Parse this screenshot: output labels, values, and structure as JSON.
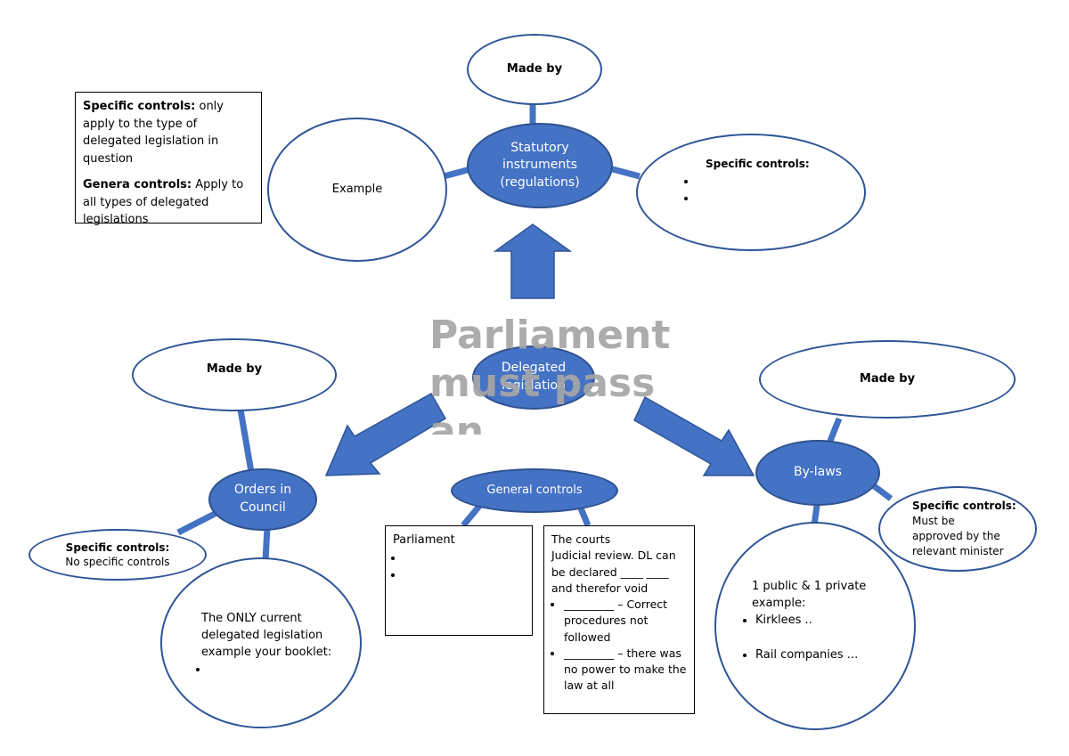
{
  "legend": {
    "specific_label": "Specific controls:",
    "specific_text": " only apply to the type of delegated legislation in question",
    "general_label": "Genera controls:",
    "general_text": " Apply to all types of delegated legislations"
  },
  "statutory": {
    "center_lines": [
      "Statutory",
      "instruments",
      "(regulations)"
    ],
    "made_by": "Made by",
    "example": "Example",
    "specific_controls_label": "Specific controls:",
    "specific_bullets": [
      "",
      ""
    ]
  },
  "center": {
    "lines": [
      "Delegated",
      "legislation"
    ]
  },
  "watermark": {
    "lines": [
      "Parliament",
      "must pass",
      "an"
    ]
  },
  "orders": {
    "center_lines": [
      "Orders in",
      "Council"
    ],
    "made_by": "Made by",
    "specific_controls_label": "Specific controls:",
    "specific_controls_text": "No specific controls",
    "example_lines": [
      "The ONLY current",
      "delegated legislation",
      "example your booklet:"
    ],
    "example_bullets": [
      ""
    ]
  },
  "general": {
    "label": "General controls",
    "parliament_title": "Parliament",
    "parliament_bullets": [
      "",
      ""
    ],
    "courts_title": "The courts",
    "courts_text": "Judicial review. DL can be declared ____ ____ and therefor void",
    "courts_bullets": [
      "_________ – Correct procedures not followed",
      "_________ – there was no power to make the law at all"
    ]
  },
  "bylaws": {
    "center_label": "By-laws",
    "made_by": "Made by",
    "specific_controls_label": "Specific controls:",
    "specific_controls_lines": [
      "Must be",
      "approved by the",
      "relevant minister"
    ],
    "example_lines": [
      "1 public & 1 private",
      "example:"
    ],
    "example_bullets": [
      "Kirklees ..",
      "Rail companies ..."
    ]
  },
  "colors": {
    "accent": "#4472c4",
    "outline": "#2f5597",
    "watermark": "#a6a6a6"
  }
}
